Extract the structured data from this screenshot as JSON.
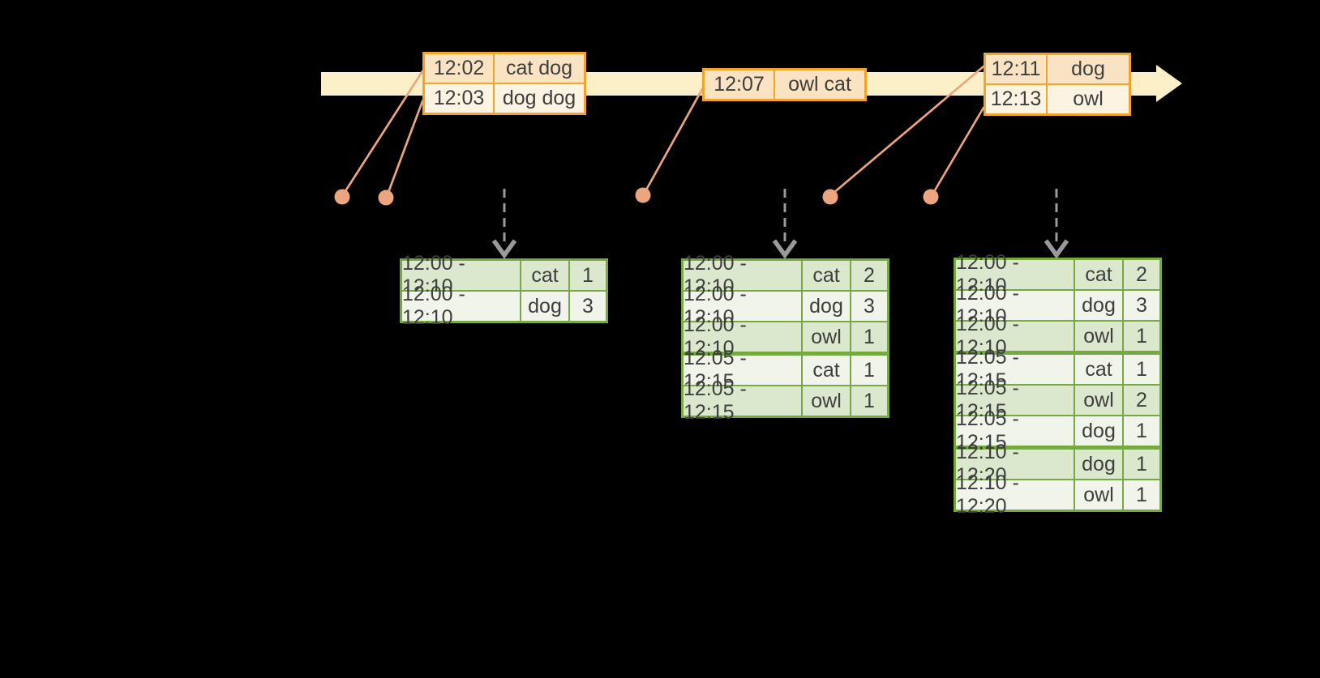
{
  "colors": {
    "background": "#000000",
    "timeline_fill": "#FCF0C8",
    "event_border": "#F1A42B",
    "event_row_odd": "#FAE3C3",
    "event_row_even": "#FDF3E3",
    "connector": "#ECA57E",
    "result_border": "#76A942",
    "result_row_odd": "#DCE8CE",
    "result_row_even": "#F0F4EA",
    "arrow_gray": "#9A9A9A",
    "text": "#3E3E3E"
  },
  "event_tables": [
    {
      "rows": [
        {
          "time": "12:02",
          "words": "cat dog"
        },
        {
          "time": "12:03",
          "words": "dog dog"
        }
      ]
    },
    {
      "rows": [
        {
          "time": "12:07",
          "words": "owl cat"
        }
      ]
    },
    {
      "rows": [
        {
          "time": "12:11",
          "words": "dog"
        },
        {
          "time": "12:13",
          "words": "owl"
        }
      ]
    }
  ],
  "result_tables": [
    {
      "rows": [
        {
          "window": "12:00 - 12:10",
          "word": "cat",
          "count": "1"
        },
        {
          "window": "12:00 - 12:10",
          "word": "dog",
          "count": "3"
        }
      ]
    },
    {
      "rows": [
        {
          "window": "12:00 - 12:10",
          "word": "cat",
          "count": "2"
        },
        {
          "window": "12:00 - 12:10",
          "word": "dog",
          "count": "3"
        },
        {
          "window": "12:00 - 12:10",
          "word": "owl",
          "count": "1"
        },
        {
          "window": "12:05 - 12:15",
          "word": "cat",
          "count": "1"
        },
        {
          "window": "12:05 - 12:15",
          "word": "owl",
          "count": "1"
        }
      ]
    },
    {
      "rows": [
        {
          "window": "12:00 - 12:10",
          "word": "cat",
          "count": "2"
        },
        {
          "window": "12:00 - 12:10",
          "word": "dog",
          "count": "3"
        },
        {
          "window": "12:00 - 12:10",
          "word": "owl",
          "count": "1"
        },
        {
          "window": "12:05 - 12:15",
          "word": "cat",
          "count": "1"
        },
        {
          "window": "12:05 - 12:15",
          "word": "owl",
          "count": "2"
        },
        {
          "window": "12:05 - 12:15",
          "word": "dog",
          "count": "1"
        },
        {
          "window": "12:10 - 12:20",
          "word": "dog",
          "count": "1"
        },
        {
          "window": "12:10 - 12:20",
          "word": "owl",
          "count": "1"
        }
      ]
    }
  ]
}
